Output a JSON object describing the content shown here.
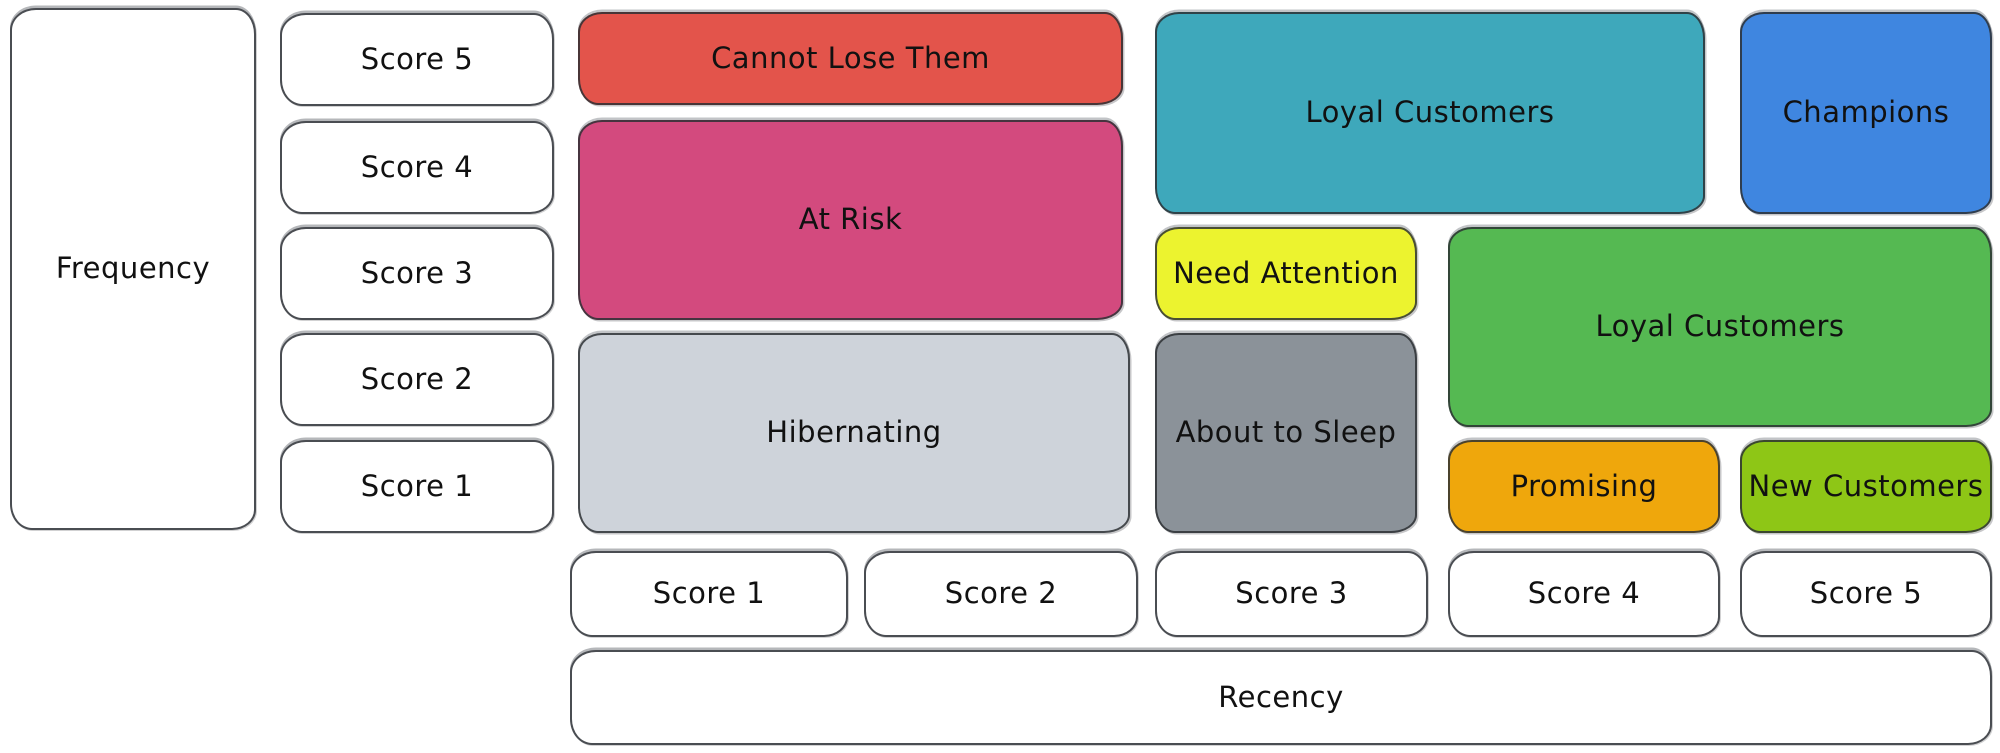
{
  "diagram": {
    "type": "rfm-customer-segmentation-matrix",
    "frequency_axis": {
      "label": "Frequency",
      "scores": [
        "Score 5",
        "Score 4",
        "Score 3",
        "Score 2",
        "Score 1"
      ]
    },
    "recency_axis": {
      "label": "Recency",
      "scores": [
        "Score 1",
        "Score 2",
        "Score 3",
        "Score 4",
        "Score 5"
      ]
    },
    "segments": [
      {
        "label": "Cannot Lose Them",
        "color": "#e3544b",
        "recency_scores": "1-2",
        "frequency_scores": "5"
      },
      {
        "label": "At Risk",
        "color": "#d34a7e",
        "recency_scores": "1-2",
        "frequency_scores": "3-4"
      },
      {
        "label": "Hibernating",
        "color": "#ced3da",
        "recency_scores": "1-2",
        "frequency_scores": "1-2"
      },
      {
        "label": "Loyal Customers",
        "color": "#3ea8bb",
        "recency_scores": "3-4",
        "frequency_scores": "4-5"
      },
      {
        "label": "Champions",
        "color": "#3f86e0",
        "recency_scores": "5",
        "frequency_scores": "4-5"
      },
      {
        "label": "Need Attention",
        "color": "#ecf32f",
        "recency_scores": "3",
        "frequency_scores": "3"
      },
      {
        "label": "About to Sleep",
        "color": "#8b9299",
        "recency_scores": "3",
        "frequency_scores": "1-2"
      },
      {
        "label": "Loyal Customers",
        "color": "#55b952",
        "recency_scores": "4-5",
        "frequency_scores": "2-3"
      },
      {
        "label": "Promising",
        "color": "#efa70c",
        "recency_scores": "4",
        "frequency_scores": "1"
      },
      {
        "label": "New Customers",
        "color": "#8ec616",
        "recency_scores": "5",
        "frequency_scores": "1"
      }
    ]
  }
}
